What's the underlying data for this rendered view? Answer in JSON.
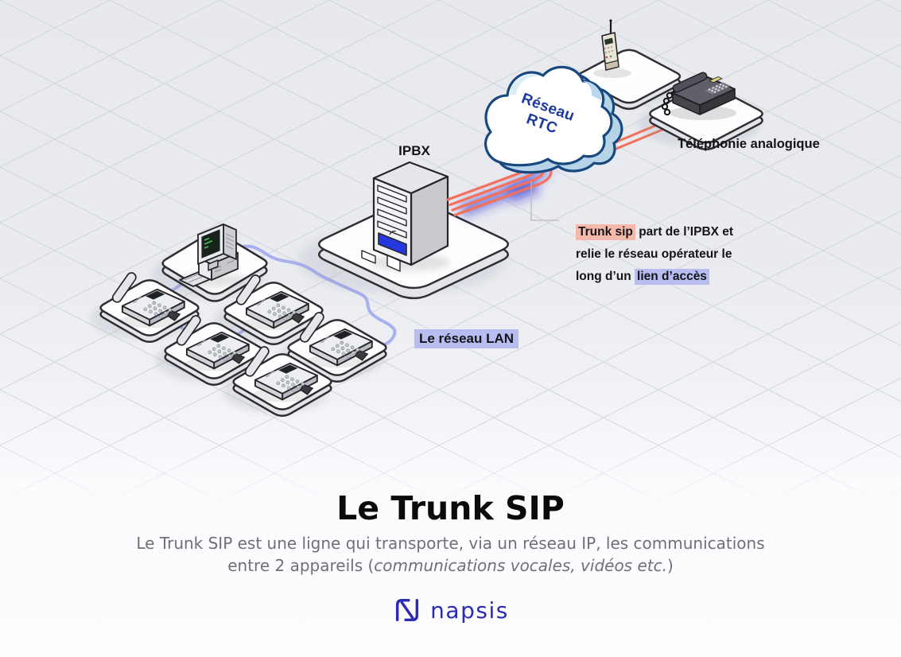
{
  "colors": {
    "background_top": "#e7e9ee",
    "grid_line": "#cfd2da",
    "trunk_orange": "#f4705a",
    "trunk_glow_blue": "#2b2bd6",
    "lan_line": "#a7b1ee",
    "highlight_salmon": "#f5b9ab",
    "highlight_periwinkle": "#b7bcf1",
    "cloud_outline": "#17497e",
    "cloud_side": "#b7d3e8",
    "cloud_text": "#1d3a9e",
    "brand_blue": "#2a2ab2",
    "text_dark": "#141417",
    "text_gray": "#6f7076"
  },
  "diagram": {
    "cloud_label_line1": "Réseau",
    "cloud_label_line2": "RTC",
    "ipbx_label": "IPBX",
    "analog_label": "Téléphonie analogique",
    "lan_label": "Le réseau LAN",
    "annotation_line1_highlight": "Trunk sip",
    "annotation_line1_rest": " part de l’IPBX et",
    "annotation_line2": "relie le réseau opérateur le",
    "annotation_line3_pre": "long d’un ",
    "annotation_line3_highlight": "lien d’accès"
  },
  "footer": {
    "title": "Le Trunk SIP",
    "description_line1": "Le Trunk SIP est une ligne qui transporte, via un réseau IP, les communications",
    "description_line2_pre": "entre 2 appareils (",
    "description_line2_italic": "communications vocales, vidéos etc.",
    "description_line2_post": ")",
    "brand_name": "napsis"
  }
}
